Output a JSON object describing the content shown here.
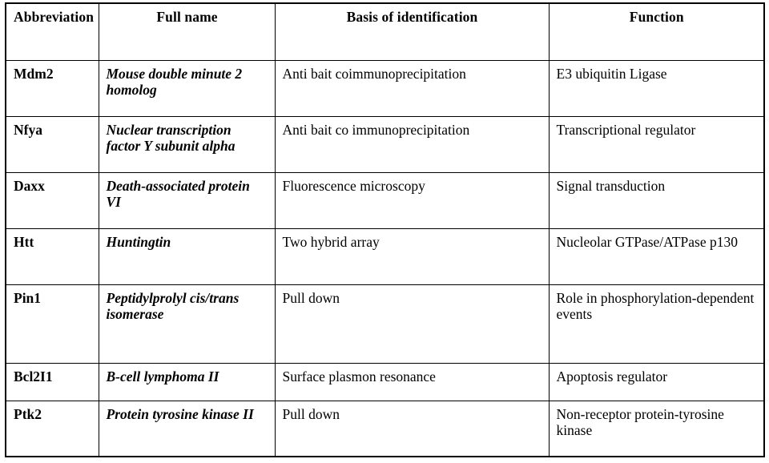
{
  "table": {
    "caption": "",
    "columns": [
      {
        "key": "abbreviation",
        "label": "Abbreviation",
        "style": "bold"
      },
      {
        "key": "full_name",
        "label": "Full name",
        "style": "bold-italic"
      },
      {
        "key": "basis",
        "label": "Basis of identification",
        "style": "regular"
      },
      {
        "key": "function",
        "label": "Function",
        "style": "regular"
      }
    ],
    "rows": [
      {
        "abbreviation": "Mdm2",
        "full_name": "Mouse double minute 2 homolog",
        "basis": "Anti bait coimmunoprecipitation",
        "function": "E3 ubiquitin Ligase"
      },
      {
        "abbreviation": "Nfya",
        "full_name": "Nuclear transcription factor Y subunit alpha",
        "basis": "Anti bait co immunoprecipitation",
        "function": "Transcriptional regulator"
      },
      {
        "abbreviation": "Daxx",
        "full_name": "Death-associated protein VI",
        "basis": "Fluorescence microscopy",
        "function": "Signal transduction"
      },
      {
        "abbreviation": "Htt",
        "full_name": "Huntingtin",
        "basis": "Two hybrid array",
        "function": "Nucleolar GTPase/ATPase p130"
      },
      {
        "abbreviation": "Pin1",
        "full_name": "Peptidylprolyl cis/trans isomerase",
        "basis": "Pull down",
        "function": "Role in phosphorylation-dependent events"
      },
      {
        "abbreviation": "Bcl2I1",
        "full_name": "B-cell lymphoma II",
        "basis": "Surface plasmon resonance",
        "function": "Apoptosis regulator"
      },
      {
        "abbreviation": "Ptk2",
        "full_name": "Protein tyrosine kinase II",
        "basis": "Pull down",
        "function": "Non-receptor protein-tyrosine kinase"
      }
    ]
  },
  "colors": {
    "border": "#000000",
    "text": "#000000",
    "background": "#ffffff"
  }
}
